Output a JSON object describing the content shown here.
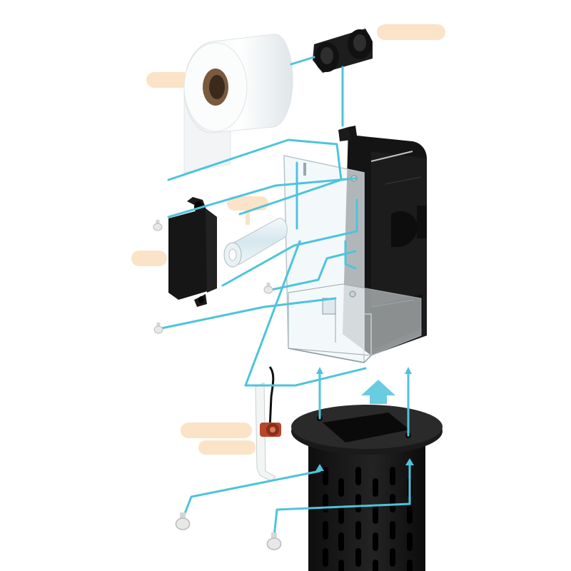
{
  "colors": {
    "background": "#ffffff",
    "connector": "#4fc3dc",
    "label_placeholder": "#fbe3c7",
    "housing": "#141414",
    "housing_edge": "#2b2b2b",
    "acrylic": "#eef6f9",
    "filter_roll": "#f5f7f8",
    "roll_core": "#7a5a3c",
    "screw": "#e8e8e8",
    "arrow": "#4fc3dc"
  },
  "parts": [
    {
      "key": "filter-roll",
      "label": ""
    },
    {
      "key": "roller-clip",
      "label": ""
    },
    {
      "key": "motor-unit",
      "label": ""
    },
    {
      "key": "transparent-roller",
      "label": ""
    },
    {
      "key": "clear-acrylic-frame",
      "label": ""
    },
    {
      "key": "black-housing",
      "label": ""
    },
    {
      "key": "float-sensor",
      "label": ""
    },
    {
      "key": "intake-tower",
      "label": ""
    },
    {
      "key": "thumb-screws",
      "label": ""
    }
  ],
  "flow": {
    "direction": "up"
  }
}
